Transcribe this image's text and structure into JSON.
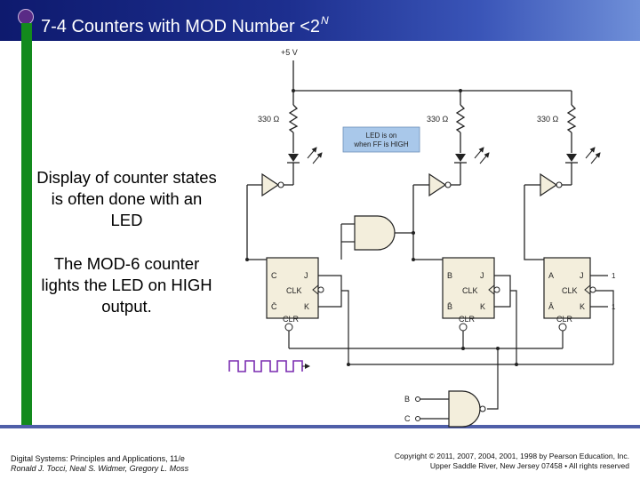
{
  "slide": {
    "title": "7-4 Counters with MOD Number <2",
    "title_superscript": "N",
    "callouts": [
      "Display of counter states is often done with an LED",
      "The MOD-6 counter lights the LED on HIGH output."
    ],
    "footer_left": [
      "Digital Systems: Principles and Applications, 11/e",
      "Ronald J. Tocci, Neal S. Widmer, Gregory L. Moss"
    ],
    "footer_right": [
      "Copyright © 2011, 2007, 2004, 2001, 1998 by Pearson Education, Inc.",
      "Upper Saddle River, New Jersey 07458 • All rights reserved"
    ],
    "colors": {
      "header": "#1d2f8f",
      "accent_green": "#138a1d",
      "bullet": "#5a2b86",
      "led_note": "#a9c8ea",
      "component_fill": "#f3eedc"
    }
  },
  "circuit": {
    "supply": "+5 V",
    "resistors": [
      "330 Ω",
      "330 Ω",
      "330 Ω"
    ],
    "led_note": [
      "LED is on",
      "when FF is HIGH"
    ],
    "flipflops": [
      {
        "q": "C",
        "qbar": "C̄",
        "j": "J",
        "k": "K",
        "clk": "CLK",
        "clr": "CLR"
      },
      {
        "q": "B",
        "qbar": "B̄",
        "j": "J",
        "k": "K",
        "clk": "CLK",
        "clr": "CLR"
      },
      {
        "q": "A",
        "qbar": "Ā",
        "j": "J",
        "k": "K",
        "clk": "CLK",
        "clr": "CLR"
      }
    ],
    "j_input": "1",
    "k_input": "1",
    "nand_inputs": [
      "B",
      "C"
    ]
  }
}
